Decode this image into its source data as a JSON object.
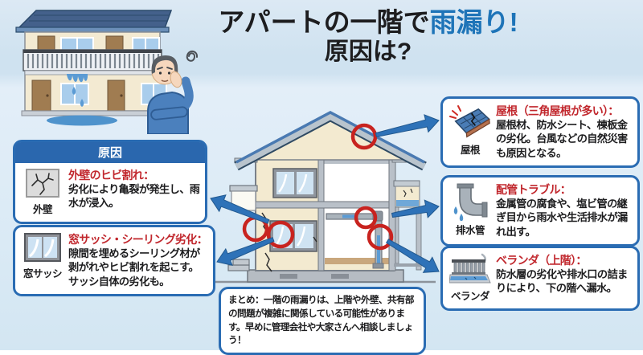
{
  "title": {
    "prefix": "アパートの一階で",
    "highlight": "雨漏り!",
    "line2": "原因は?"
  },
  "cause_label": "原因",
  "callouts": [
    {
      "id": "wall",
      "icon": "wall-crack-icon",
      "icon_label": "外壁",
      "heading": "外壁のヒビ割れ：",
      "body": "劣化により亀裂が発生し、雨水が浸入。"
    },
    {
      "id": "sash",
      "icon": "window-sash-icon",
      "icon_label": "窓サッシ",
      "heading": "窓サッシ・シーリング劣化：",
      "body": "隙間を埋めるシーリング材が剥がれやヒビ割れを起こす。サッシ自体の劣化も。"
    },
    {
      "id": "roof",
      "icon": "roof-icon",
      "icon_label": "屋根",
      "heading": "屋根（三角屋根が多い）：",
      "body": "屋根材、防水シート、棟板金の劣化。台風などの自然災害も原因となる。"
    },
    {
      "id": "pipe",
      "icon": "drain-pipe-icon",
      "icon_label": "排水管",
      "heading": "配管トラブル：",
      "body": "金属管の腐食や、塩ビ管の継ぎ目から雨水や生活排水が漏れ出す。"
    },
    {
      "id": "veranda",
      "icon": "veranda-icon",
      "icon_label": "ベランダ",
      "heading": "ベランダ（上階）：",
      "body": "防水層の劣化や排水口の詰まりにより、下の階へ漏水。"
    }
  ],
  "summary": "まとめ：一階の雨漏りは、上階や外壁、共有部の問題が複雑に関係している可能性があります。早めに管理会社や大家さんへ相談しましょう！",
  "colors": {
    "accent_blue": "#1e74b8",
    "box_border": "#2a6cb3",
    "cause_header_bg": "#2a67ae",
    "heading_red": "#c1272d",
    "circle_red": "#c8231f",
    "arrow_blue": "#2e72b8",
    "background_blue": "#d7e7f3"
  }
}
